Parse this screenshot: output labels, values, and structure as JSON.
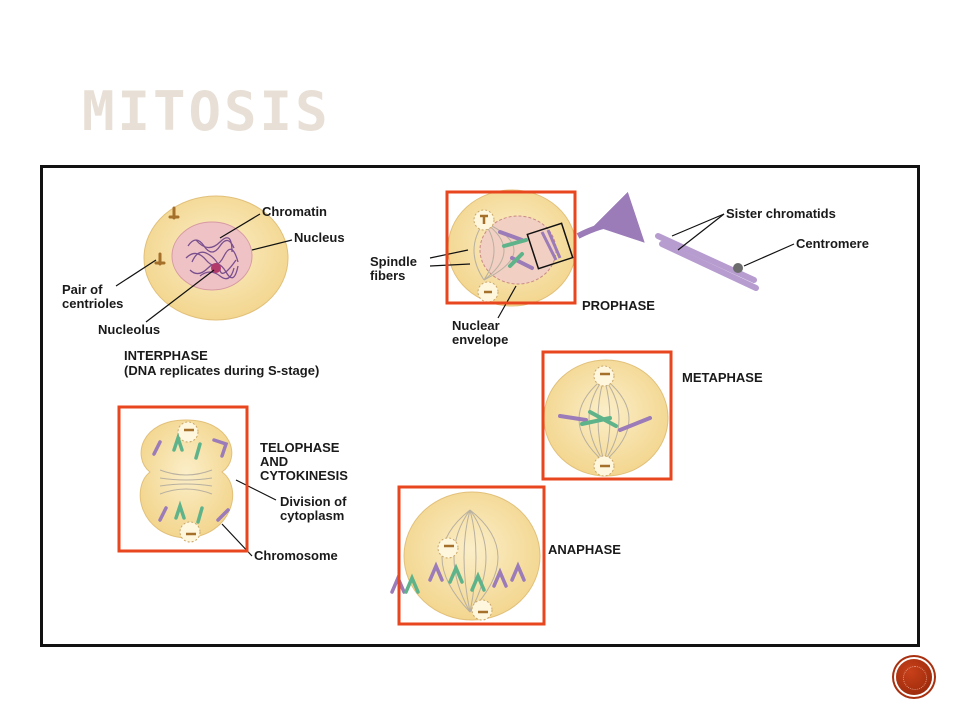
{
  "slide": {
    "title": "MITOSIS"
  },
  "colors": {
    "title": "#e8e0d6",
    "highlight_box": "#e8461e",
    "cell_fill": "#f6dfa0",
    "nucleus_fill": "#efc3c6",
    "chromosome_purple": "#9b7bb8",
    "chromosome_green": "#5fb38a",
    "centriole": "#a4702a"
  },
  "labels": {
    "chromatin": "Chromatin",
    "nucleus": "Nucleus",
    "pair_of_centrioles_1": "Pair of",
    "pair_of_centrioles_2": "centrioles",
    "nucleolus": "Nucleolus",
    "spindle_fibers_1": "Spindle",
    "spindle_fibers_2": "fibers",
    "nuclear_envelope_1": "Nuclear",
    "nuclear_envelope_2": "envelope",
    "sister_chromatids": "Sister chromatids",
    "centromere": "Centromere",
    "division_of_cytoplasm_1": "Division of",
    "division_of_cytoplasm_2": "cytoplasm",
    "chromosome": "Chromosome"
  },
  "phases": {
    "interphase_1": "INTERPHASE",
    "interphase_2": "(DNA replicates during S-stage)",
    "prophase": "PROPHASE",
    "metaphase": "METAPHASE",
    "anaphase": "ANAPHASE",
    "telophase_1": "TELOPHASE",
    "telophase_2": "AND",
    "telophase_3": "CYTOKINESIS"
  },
  "nav": {
    "icon": "circle-nav-icon"
  }
}
